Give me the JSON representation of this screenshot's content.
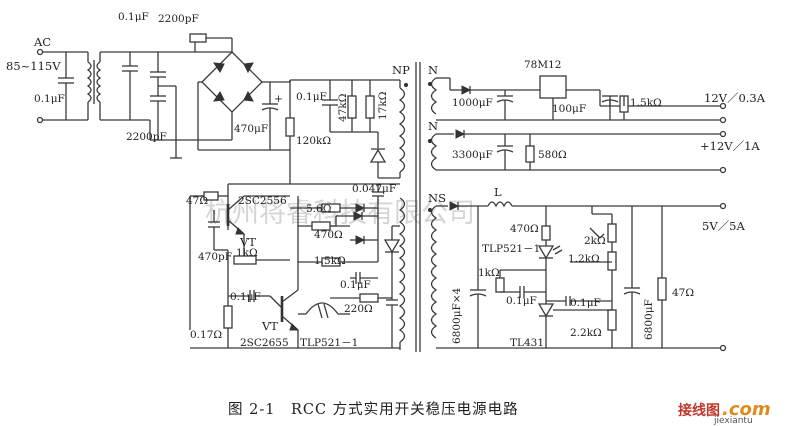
{
  "diagram": {
    "labels": {
      "ac_in": "AC",
      "ac_range": "85~115V",
      "c_01_top": "0.1μF",
      "c_01_left": "0.1μF",
      "c_2200_top": "2200pF",
      "c_2200_bot": "2200pF",
      "c_470": "470μF",
      "c_01_mid": "0.1μF",
      "r_120k": "120kΩ",
      "r_47k": "47kΩ",
      "r_17k": "17kΩ",
      "np": "NP",
      "nm": "N",
      "nplus": "N",
      "ns": "NS",
      "reg": "78M12",
      "c_1000": "1000μF",
      "c_100": "100μF",
      "r_15k_out": "1.5kΩ",
      "out1": "12V／0.3A",
      "c_3300": "3300μF",
      "r_580": "580Ω",
      "out2": "+12V／1A",
      "c_0047": "0.047μF",
      "r_47_left": "47Ω",
      "q1": "2SC2556",
      "r_56": "5.6Ω",
      "r_470_mid": "470Ω",
      "c_470p": "470pF",
      "vt1": "VT",
      "r_1k": "1kΩ",
      "r_15k_mid": "1.5kΩ",
      "c_01_b": "0.1μF",
      "c_01_c": "0.1μF",
      "r_220": "220Ω",
      "r_017": "0.17Ω",
      "vt2": "VT",
      "q2": "2SC2655",
      "opto_l": "TLP521－1",
      "l_s": "L",
      "out3": "5V／5A",
      "r_470_right": "470Ω",
      "opto_r": "TLP521－1",
      "r_2k": "2kΩ",
      "r_12k": "1.2kΩ",
      "r_1k_right": "1kΩ",
      "c_01_r1": "0.1μF",
      "c_01_r2": "0.1μF",
      "c_6800x4": "6800μF×4",
      "c_6800": "6800μF",
      "r_47_right": "47Ω",
      "r_22k": "2.2kΩ",
      "tl431": "TL431"
    },
    "watermark": "杭州将睿科技有限公司",
    "caption": "图 2-1　RCC 方式实用开关稳压电源电路",
    "logo_cn": "接线图",
    "logo_com": ".com",
    "logo_sub": "jiexiantu"
  }
}
